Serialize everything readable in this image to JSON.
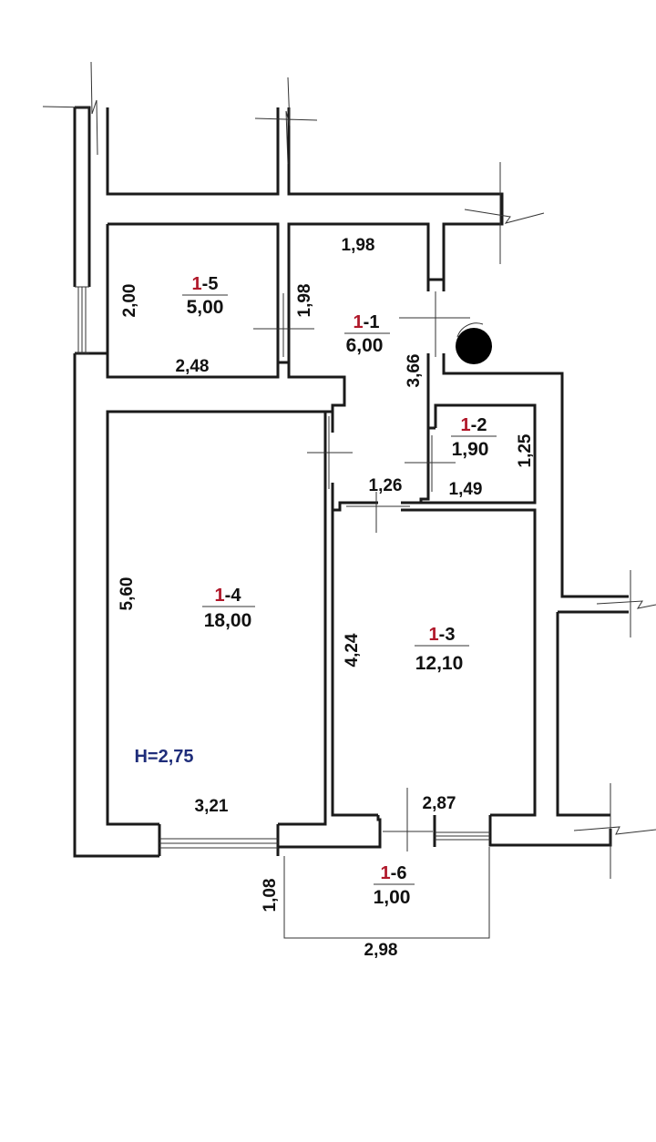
{
  "colors": {
    "walls": "#1a1a1a",
    "section_number": "#b0182a",
    "height_label": "#1f2d7a",
    "marker": "#000000"
  },
  "rooms": [
    {
      "key": "r15",
      "section": "1",
      "number": "-5",
      "area": "5,00"
    },
    {
      "key": "r11",
      "section": "1",
      "number": "-1",
      "area": "6,00"
    },
    {
      "key": "r12",
      "section": "1",
      "number": "-2",
      "area": "1,90"
    },
    {
      "key": "r14",
      "section": "1",
      "number": "-4",
      "area": "18,00"
    },
    {
      "key": "r13",
      "section": "1",
      "number": "-3",
      "area": "12,10"
    },
    {
      "key": "r16",
      "section": "1",
      "number": "-6",
      "area": "1,00"
    }
  ],
  "dimensions": {
    "top_hall_width": "1,98",
    "r15_height": "2,00",
    "r15_right": "1,98",
    "r15_bottom": "2,48",
    "hall_length": "3,66",
    "r12_height": "1,25",
    "hall_bottom": "1,26",
    "r12_bottom": "1,49",
    "r14_height": "5,60",
    "r13_height": "4,24",
    "r14_bottom": "3,21",
    "r13_bottom": "2,87",
    "balcony_depth": "1,08",
    "balcony_width": "2,98"
  },
  "ceiling_height": "H=2,75",
  "icons": {
    "riser": "riser-marker-icon"
  }
}
